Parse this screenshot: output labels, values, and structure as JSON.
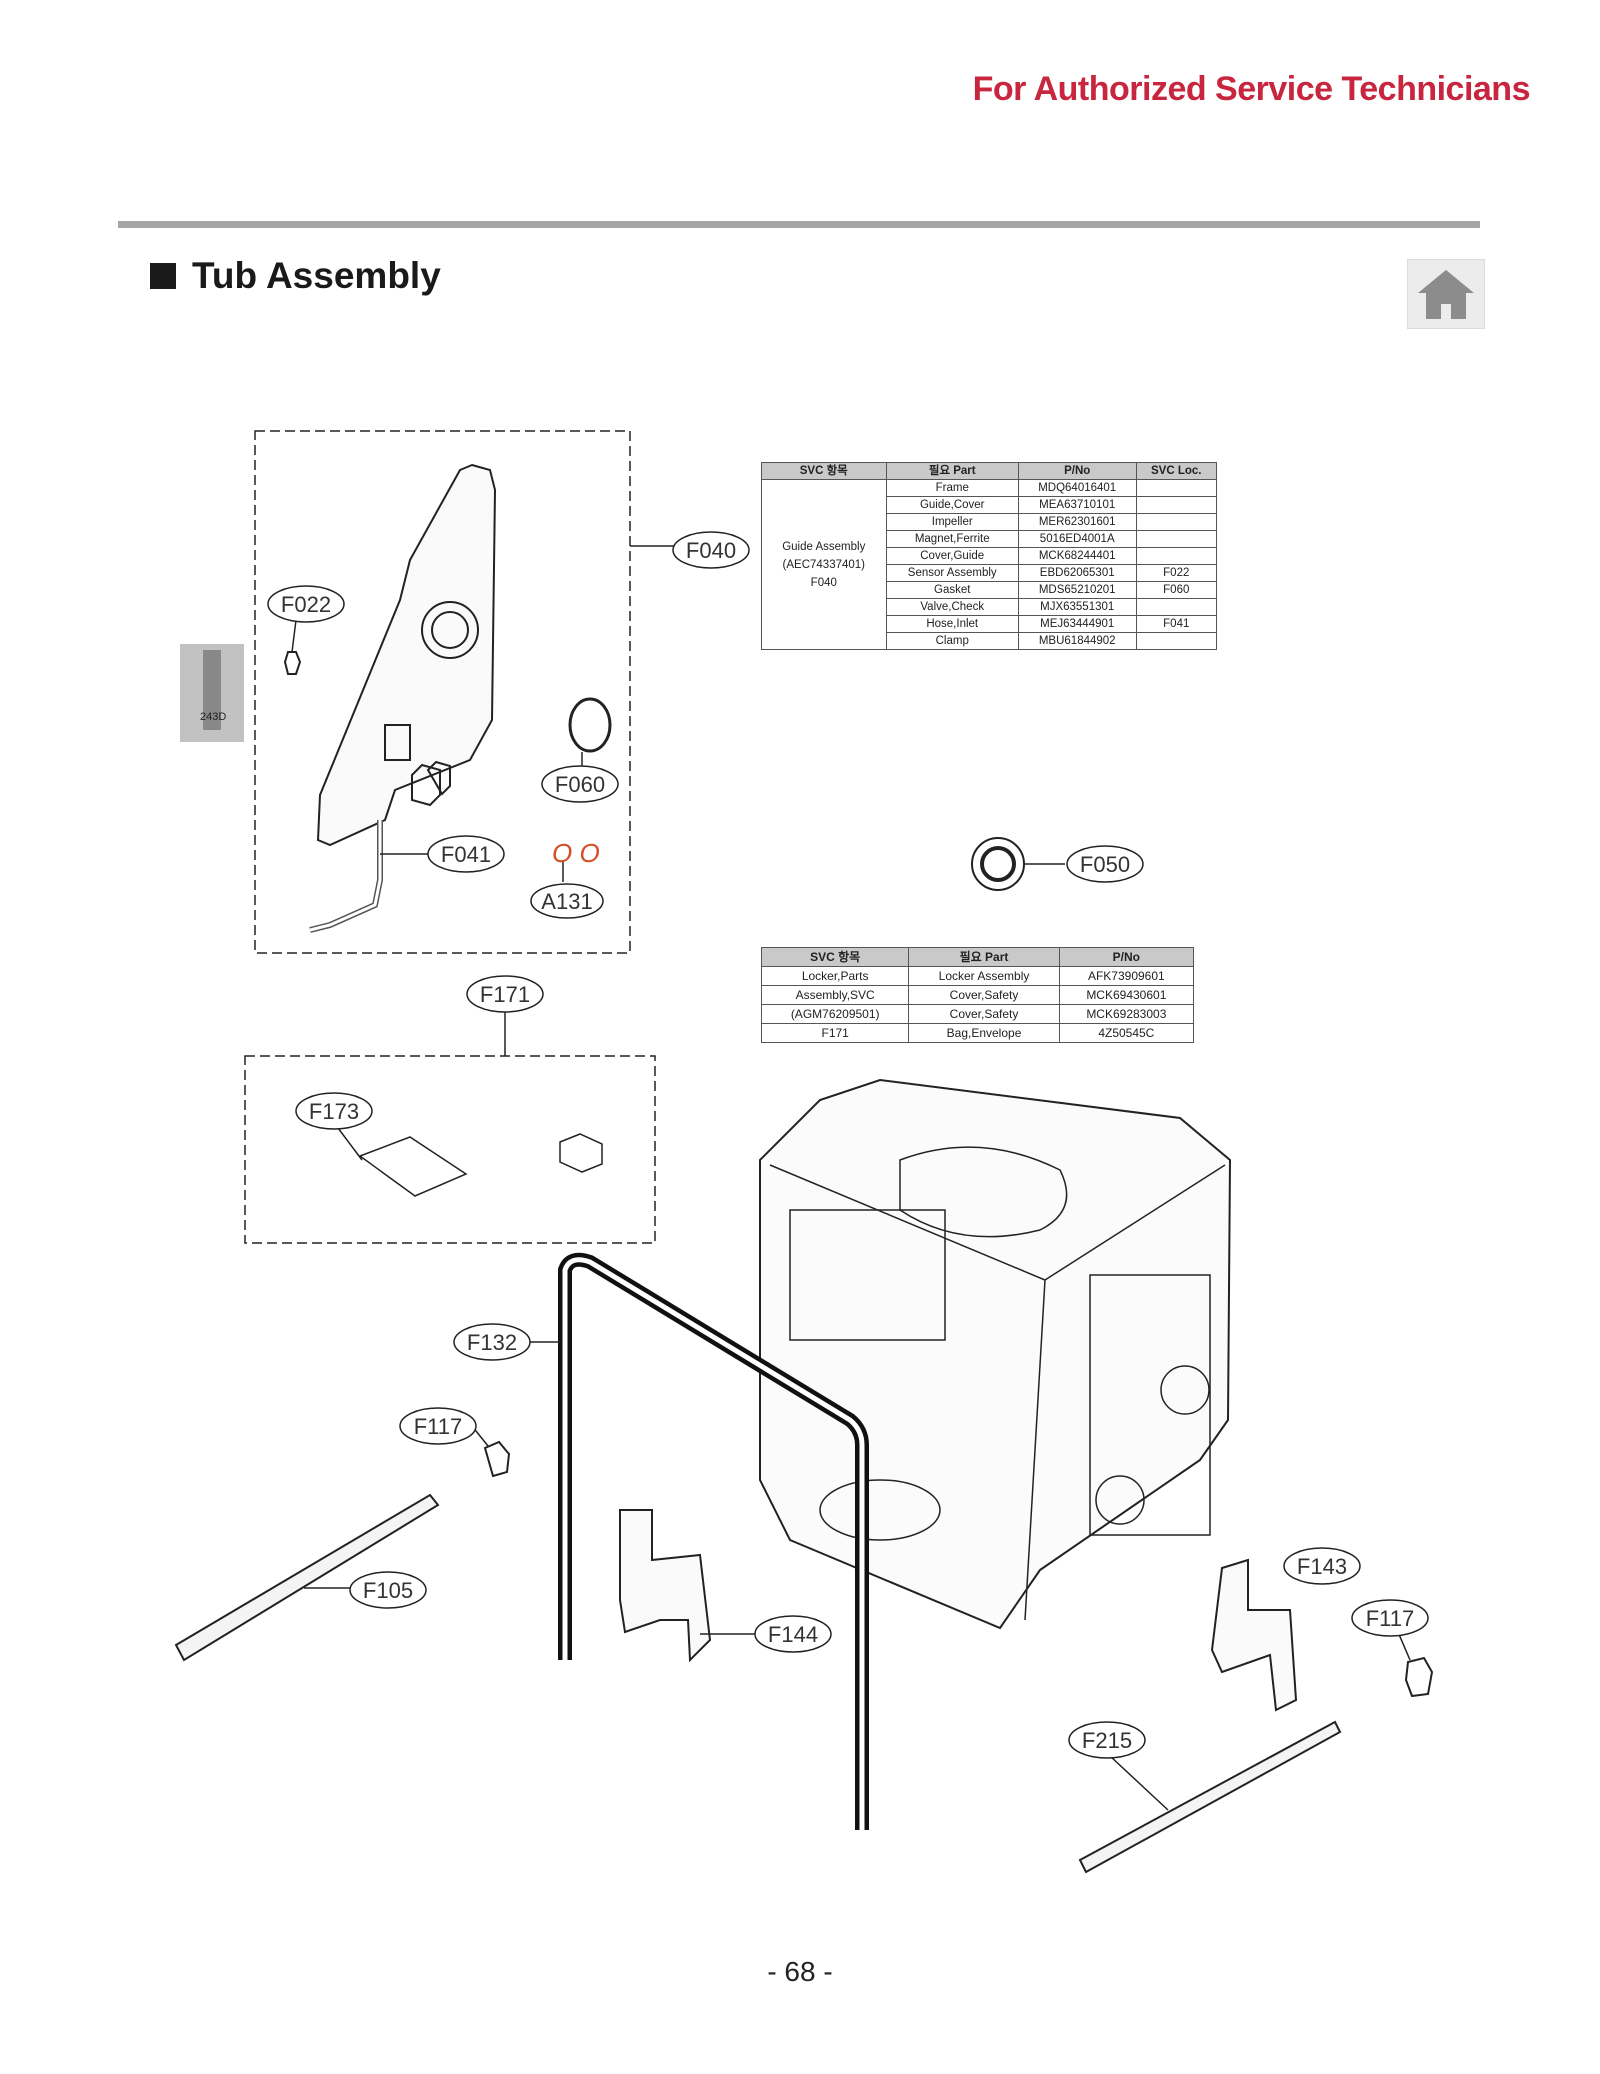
{
  "header": {
    "note": "For Authorized Service Technicians"
  },
  "section": {
    "title": "Tub Assembly"
  },
  "home_button": {
    "icon": "home-icon"
  },
  "callouts": {
    "f040": "F040",
    "f022": "F022",
    "f060": "F060",
    "f041": "F041",
    "a131": "A131",
    "f050": "F050",
    "f171": "F171",
    "f173": "F173",
    "f132": "F132",
    "f117a": "F117",
    "f105": "F105",
    "f144": "F144",
    "f143": "F143",
    "f117b": "F117",
    "f215": "F215"
  },
  "a131_mark": "O O",
  "photo_label": "243D",
  "table1": {
    "headers": [
      "SVC 항목",
      "필요 Part",
      "P/No",
      "SVC Loc."
    ],
    "group": [
      "Guide Assembly",
      "(AEC74337401)",
      "F040"
    ],
    "rows": [
      {
        "part": "Frame",
        "pno": "MDQ64016401",
        "loc": ""
      },
      {
        "part": "Guide,Cover",
        "pno": "MEA63710101",
        "loc": ""
      },
      {
        "part": "Impeller",
        "pno": "MER62301601",
        "loc": ""
      },
      {
        "part": "Magnet,Ferrite",
        "pno": "5016ED4001A",
        "loc": ""
      },
      {
        "part": "Cover,Guide",
        "pno": "MCK68244401",
        "loc": ""
      },
      {
        "part": "Sensor Assembly",
        "pno": "EBD62065301",
        "loc": "F022"
      },
      {
        "part": "Gasket",
        "pno": "MDS65210201",
        "loc": "F060"
      },
      {
        "part": "Valve,Check",
        "pno": "MJX63551301",
        "loc": ""
      },
      {
        "part": "Hose,Inlet",
        "pno": "MEJ63444901",
        "loc": "F041"
      },
      {
        "part": "Clamp",
        "pno": "MBU61844902",
        "loc": ""
      }
    ]
  },
  "table2": {
    "headers": [
      "SVC 항목",
      "필요 Part",
      "P/No"
    ],
    "group": [
      "Locker,Parts",
      "Assembly,SVC",
      "(AGM76209501)",
      "F171"
    ],
    "rows": [
      {
        "part": "Locker Assembly",
        "pno": "AFK73909601"
      },
      {
        "part": "Cover,Safety",
        "pno": "MCK69430601"
      },
      {
        "part": "Cover,Safety",
        "pno": "MCK69283003"
      },
      {
        "part": "Bag,Envelope",
        "pno": "4Z50545C"
      }
    ]
  },
  "footer": {
    "page_number": "- 68 -"
  }
}
